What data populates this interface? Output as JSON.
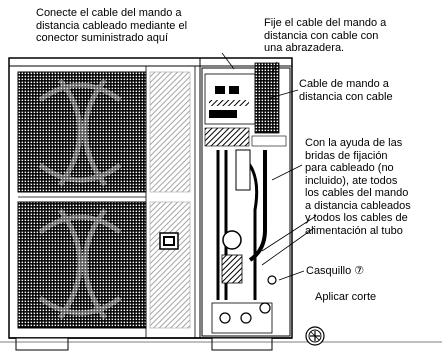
{
  "callouts": {
    "connector": [
      "Conecte el cable del mando a",
      "distancia cableado mediante el",
      "conector suministrado aquí"
    ],
    "fix_cable": [
      "Fije el cable del mando a",
      "distancia con cable con",
      "una abrazadera."
    ],
    "remote_cable": [
      "Cable de mando a",
      "distancia con cable"
    ],
    "tie_wraps": [
      "Con la ayuda de las",
      "bridas de fijación",
      "para cableado (no",
      "incluido), ate todos",
      "los cables del mando",
      "a distancia cableados",
      "y todos los cables de",
      "alimentación al tubo"
    ],
    "bushing": "Casquillo ⑦",
    "cut": "Aplicar corte"
  },
  "colors": {
    "line": "#000000",
    "background": "#ffffff",
    "unit_fill": "#ffffff"
  },
  "icons": [
    "fan-grille-upper",
    "fan-grille-lower",
    "unit-handle-icon",
    "bushing-icon"
  ]
}
